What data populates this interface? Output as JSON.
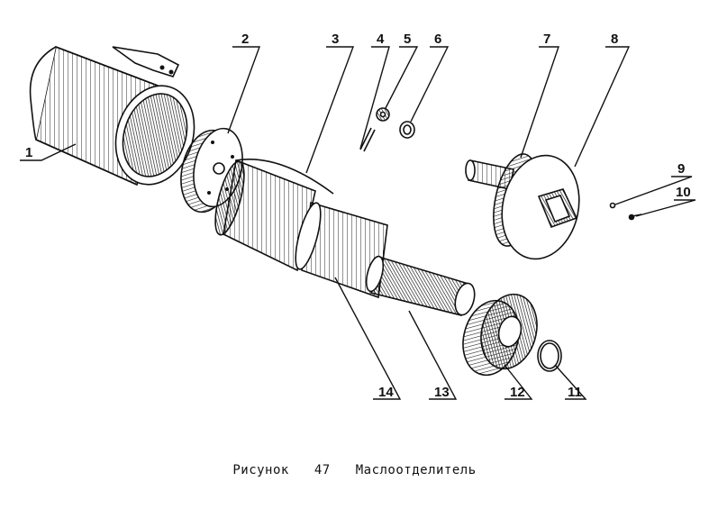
{
  "callouts": [
    {
      "id": "1",
      "label": "1"
    },
    {
      "id": "2",
      "label": "2"
    },
    {
      "id": "3",
      "label": "3"
    },
    {
      "id": "4",
      "label": "4"
    },
    {
      "id": "5",
      "label": "5"
    },
    {
      "id": "6",
      "label": "6"
    },
    {
      "id": "7",
      "label": "7"
    },
    {
      "id": "8",
      "label": "8"
    },
    {
      "id": "9",
      "label": "9"
    },
    {
      "id": "10",
      "label": "10"
    },
    {
      "id": "11",
      "label": "11"
    },
    {
      "id": "12",
      "label": "12"
    },
    {
      "id": "13",
      "label": "13"
    },
    {
      "id": "14",
      "label": "14"
    }
  ],
  "caption": {
    "prefix": "Рисунок",
    "number": "47",
    "title": "Маслоотделитель"
  }
}
